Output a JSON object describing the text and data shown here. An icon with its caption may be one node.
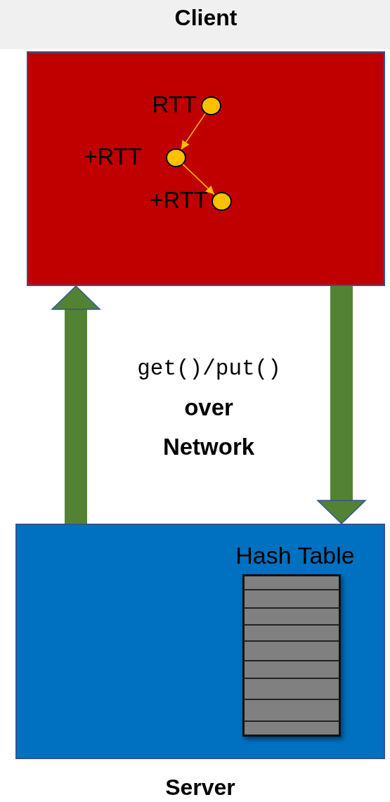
{
  "diagram": {
    "nodes": [
      {
        "text": [
          "Client"
        ]
      },
      {
        "text": [],
        "shape": "circle",
        "in": 0,
        "beside": [
          "RTT"
        ]
      },
      {
        "text": [],
        "shape": "circle",
        "in": 0,
        "beside": [
          "+RTT"
        ]
      },
      {
        "text": [],
        "shape": "circle",
        "in": 0,
        "beside": [
          "+RTT"
        ]
      },
      {
        "text": [
          "Server"
        ]
      },
      {
        "text": [
          "Hash Table"
        ],
        "in": 4
      }
    ],
    "edges": [
      {
        "from": 1,
        "to": 2,
        "arrow": "to",
        "color": "#ffc000"
      },
      {
        "from": 2,
        "to": 3,
        "arrow": "to",
        "color": "#ffc000"
      },
      {
        "from": 4,
        "to": 0,
        "arrow": "to",
        "style": "thick",
        "color": "#548235"
      },
      {
        "from": 0,
        "to": 4,
        "arrow": "to",
        "style": "thick",
        "color": "#548235"
      }
    ],
    "labels": [
      "get()/put()",
      "over Network"
    ]
  }
}
